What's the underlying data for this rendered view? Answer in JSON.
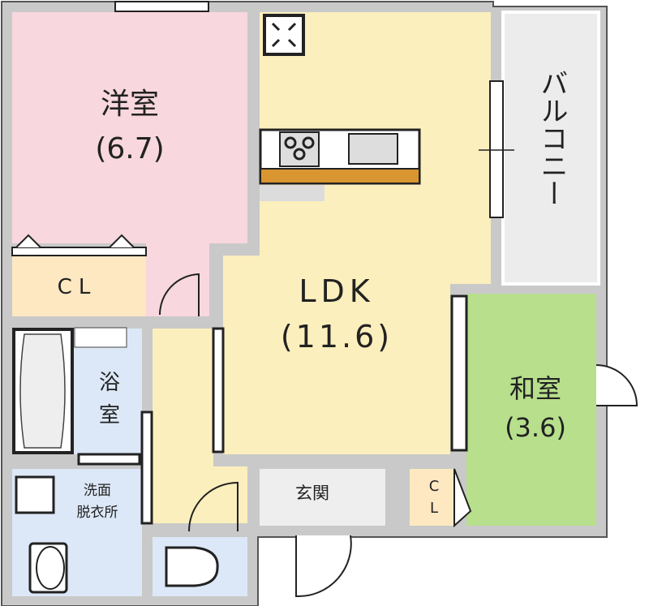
{
  "rooms": {
    "western": {
      "name": "洋室",
      "size": "(6.7)"
    },
    "closet_main": {
      "name": "CL"
    },
    "ldk": {
      "name": "LDK",
      "size": "(11.6)"
    },
    "balcony": {
      "name": "バルコニー"
    },
    "japanese": {
      "name": "和室",
      "size": "(3.6)"
    },
    "bath": {
      "name_1": "浴",
      "name_2": "室"
    },
    "washroom": {
      "name_1": "洗面",
      "name_2": "脱衣所"
    },
    "entrance": {
      "name": "玄関"
    },
    "closet_small": {
      "name_1": "C",
      "name_2": "L"
    }
  },
  "colors": {
    "wall": "#c9c9c9",
    "western": "#f8d7de",
    "ldk": "#fbefbd",
    "closet": "#fde8c2",
    "balcony": "#ececec",
    "japanese": "#b7df8c",
    "wet": "#dce8f7",
    "entrance": "#eeeeee",
    "counter": "#d9952f"
  }
}
